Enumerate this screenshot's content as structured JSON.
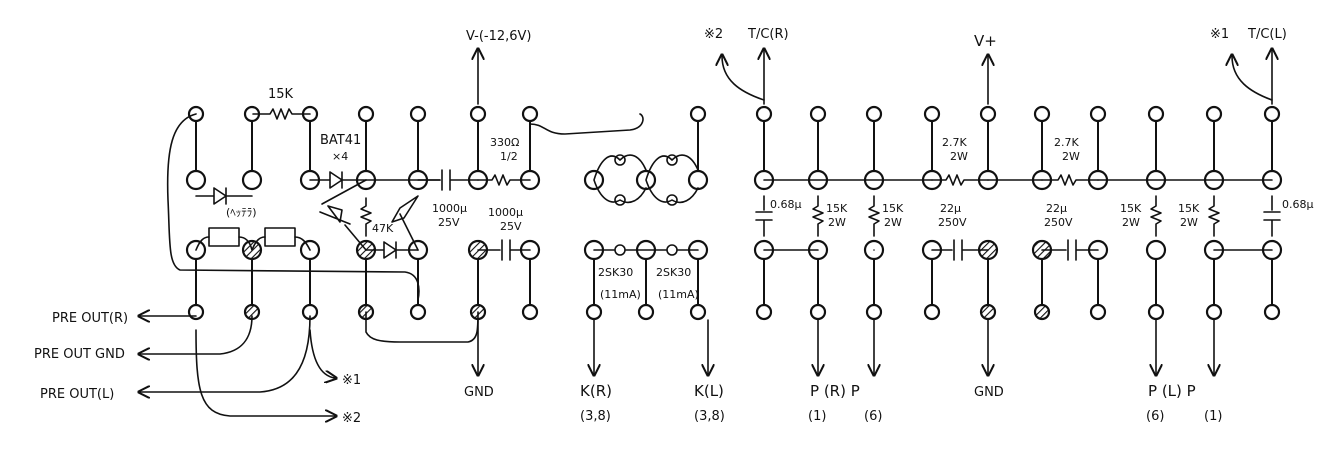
{
  "diagram": {
    "top_labels": {
      "v_minus": "V-(-12,6V)",
      "note2_top": "※2",
      "tc_r": "T/C(R)",
      "v_plus": "V+",
      "note1_top": "※1",
      "tc_l": "T/C(L)"
    },
    "component_labels": {
      "r_15k": "15K",
      "diode": "BAT41",
      "diode_count": "×4",
      "note_left": "(ﾍｯﾃﾗ)",
      "r_47k": "47K",
      "cap_1000_a": "1000μ",
      "cap_1000_a_v": "25V",
      "r_330": "330Ω",
      "r_330_w": "1/2",
      "cap_1000_b": "1000μ",
      "cap_1000_b_v": "25V",
      "fet_r": "2SK30",
      "fet_r_i": "(11mA)",
      "fet_l": "2SK30",
      "fet_l_i": "(11mA)",
      "cap_068_r": "0.68μ",
      "r_15k_2w_a": "15K",
      "r_15k_2w_a_w": "2W",
      "r_15k_2w_b": "15K",
      "r_15k_2w_b_w": "2W",
      "r_27k_a": "2.7K",
      "r_27k_a_w": "2W",
      "r_27k_b": "2.7K",
      "r_27k_b_w": "2W",
      "cap_22_a": "22μ",
      "cap_22_a_v": "250V",
      "cap_22_b": "22μ",
      "cap_22_b_v": "250V",
      "r_15k_2w_c": "15K",
      "r_15k_2w_c_w": "2W",
      "r_15k_2w_d": "15K",
      "r_15k_2w_d_w": "2W",
      "cap_068_l": "0.68μ"
    },
    "left_labels": {
      "pre_out_r": "PRE OUT(R)",
      "pre_out_gnd": "PRE OUT GND",
      "pre_out_l": "PRE OUT(L)",
      "note1": "※1",
      "note2": "※2"
    },
    "bottom_labels": {
      "gnd_a": "GND",
      "k_r": "K(R)",
      "k_r_pins": "(3,8)",
      "k_l": "K(L)",
      "k_l_pins": "(3,8)",
      "p_r": "P (R) P",
      "p_r_pin1": "(1)",
      "p_r_pin6": "(6)",
      "gnd_b": "GND",
      "p_l": "P (L) P",
      "p_l_pin6": "(6)",
      "p_l_pin1": "(1)"
    }
  }
}
